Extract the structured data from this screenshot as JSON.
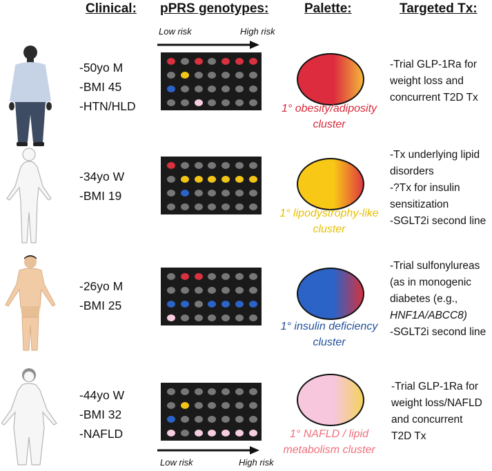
{
  "headers": {
    "clinical": "Clinical:",
    "genotypes": "pPRS genotypes:",
    "palette": "Palette:",
    "tx": "Targeted Tx:"
  },
  "risk_labels": {
    "low": "Low risk",
    "high": "High risk"
  },
  "colors": {
    "red": "#d8313f",
    "yellow": "#f2c417",
    "blue": "#2c63c6",
    "pink": "#f6cde0",
    "gray": "#777777",
    "grid_bg": "#1a1a1a"
  },
  "rows": [
    {
      "figure": "person-dark-male-icon",
      "clinical": [
        "-50yo M",
        "-BMI 45",
        "-HTN/HLD"
      ],
      "cluster_label": "1° obesity/adiposity cluster",
      "cluster_color": "#d62839",
      "palette_gradient": [
        "#dc2c3e",
        "#f4b63a"
      ],
      "genotype_dots": [
        [
          "red",
          "gray",
          "red",
          "gray",
          "red",
          "red",
          "red"
        ],
        [
          "gray",
          "yellow",
          "gray",
          "gray",
          "gray",
          "gray",
          "gray"
        ],
        [
          "blue",
          "gray",
          "gray",
          "gray",
          "gray",
          "gray",
          "gray"
        ],
        [
          "gray",
          "gray",
          "pink",
          "gray",
          "gray",
          "gray",
          "gray"
        ]
      ],
      "tx": [
        "-Trial GLP-1Ra for",
        "weight loss and",
        "concurrent T2D Tx"
      ]
    },
    {
      "figure": "person-outline-female-icon",
      "clinical": [
        "-34yo W",
        "-BMI 19"
      ],
      "cluster_label": "1° lipodystrophy-like cluster",
      "cluster_color": "#e7bf00",
      "palette_gradient": [
        "#f8c817",
        "#e03a3f"
      ],
      "genotype_dots": [
        [
          "red",
          "gray",
          "gray",
          "gray",
          "gray",
          "gray",
          "gray"
        ],
        [
          "gray",
          "yellow",
          "yellow",
          "yellow",
          "yellow",
          "yellow",
          "yellow"
        ],
        [
          "gray",
          "blue",
          "gray",
          "gray",
          "gray",
          "gray",
          "gray"
        ],
        [
          "gray",
          "gray",
          "gray",
          "gray",
          "gray",
          "gray",
          "gray"
        ]
      ],
      "tx": [
        "-Tx underlying lipid",
        "disorders",
        "-?Tx for insulin",
        "sensitization",
        "-SGLT2i second line"
      ]
    },
    {
      "figure": "person-tan-male-icon",
      "clinical": [
        "-26yo M",
        "-BMI 25"
      ],
      "cluster_label": "1° insulin deficiency cluster",
      "cluster_color": "#1f4f9a",
      "palette_gradient": [
        "#2c63c6",
        "#d33240"
      ],
      "genotype_dots": [
        [
          "gray",
          "red",
          "red",
          "gray",
          "gray",
          "gray",
          "gray"
        ],
        [
          "gray",
          "gray",
          "gray",
          "gray",
          "gray",
          "gray",
          "gray"
        ],
        [
          "blue",
          "blue",
          "gray",
          "blue",
          "blue",
          "blue",
          "blue"
        ],
        [
          "pink",
          "gray",
          "gray",
          "gray",
          "gray",
          "gray",
          "gray"
        ]
      ],
      "tx": [
        "-Trial sulfonylureas",
        "(as in monogenic",
        "diabetes (e.g.,",
        "HNF1A/ABCC8)",
        "-SGLT2i second line"
      ]
    },
    {
      "figure": "person-outline-heavy-female-icon",
      "clinical": [
        "-44yo W",
        "-BMI 32",
        "-NAFLD"
      ],
      "cluster_label": "1° NAFLD / lipid metabolism cluster",
      "cluster_color": "#ee6f7c",
      "palette_gradient": [
        "#f6c7dd",
        "#f4d25e"
      ],
      "genotype_dots": [
        [
          "gray",
          "gray",
          "gray",
          "gray",
          "gray",
          "gray",
          "gray"
        ],
        [
          "gray",
          "yellow",
          "gray",
          "gray",
          "gray",
          "gray",
          "gray"
        ],
        [
          "blue",
          "gray",
          "gray",
          "gray",
          "gray",
          "gray",
          "gray"
        ],
        [
          "pink",
          "gray",
          "pink",
          "pink",
          "pink",
          "pink",
          "pink"
        ]
      ],
      "tx": [
        "-Trial GLP-1Ra for",
        "weight loss/NAFLD",
        "and concurrent",
        "T2D Tx"
      ]
    }
  ]
}
